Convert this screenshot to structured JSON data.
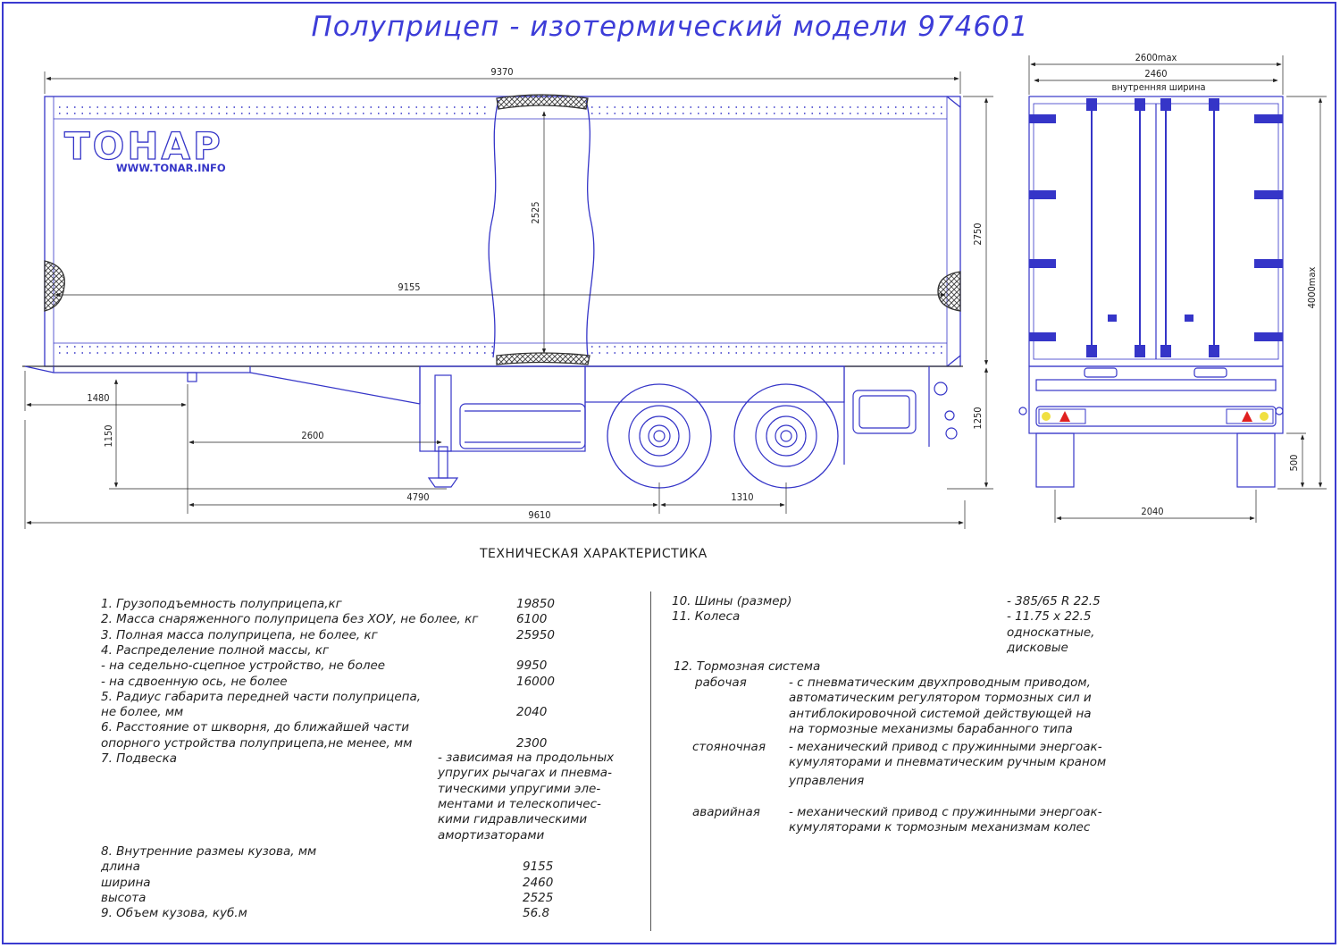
{
  "title": "Полуприцеп - изотермический модели 974601",
  "brand": {
    "logo_text": "ТОНАР",
    "url": "WWW.TONAR.INFO"
  },
  "side_view": {
    "dims": {
      "overall_top": "9370",
      "inner_length": "9155",
      "inner_height": "2525",
      "overall_height": "2750",
      "kingpin_offset": "1480",
      "support_height": "1150",
      "kingpin_to_support": "2600",
      "kingpin_to_axle": "4790",
      "axle_spacing": "1310",
      "overall_length": "9610",
      "floor_height": "1250"
    }
  },
  "rear_view": {
    "dims": {
      "max_width": "2600max",
      "inner_width": "2460",
      "inner_width_label": "внутренняя ширина",
      "max_height": "4000max",
      "bumper_height": "500",
      "track_width": "2040"
    }
  },
  "spec": {
    "heading": "ТЕХНИЧЕСКАЯ ХАРАКТЕРИСТИКА",
    "left": [
      {
        "label": "1. Грузоподъемность полуприцепа,кг",
        "value": "19850"
      },
      {
        "label": "2. Масса снаряженного полуприцепа без ХОУ, не более, кг",
        "value": "6100"
      },
      {
        "label": "3. Полная масса полуприцепа, не более, кг",
        "value": "25950"
      },
      {
        "label": "4. Распределение полной массы, кг",
        "value": ""
      },
      {
        "label": "        - на седельно-сцепное устройство, не более",
        "value": "9950"
      },
      {
        "label": "        - на сдвоенную ось, не более",
        "value": "16000"
      },
      {
        "label": "5. Радиус габарита передней части полуприцепа,",
        "value": ""
      },
      {
        "label": "      не более, мм",
        "value": "2040"
      },
      {
        "label": "6. Расстояние от шкворня, до ближайшей части",
        "value": ""
      },
      {
        "label": "    опорного устройства полуприцепа,не менее, мм",
        "value": "2300"
      },
      {
        "label": "7. Подвеска",
        "value": ""
      }
    ],
    "suspension_lines": [
      "- зависимая на продольных",
      "  упругих рычагах и пневма-",
      "  тическими упругими эле-",
      "  ментами и телескопичес-",
      "  кими гидравлическими",
      "  амортизаторами"
    ],
    "left_bottom": [
      {
        "label": "8. Внутренние размеы кузова, мм",
        "value": ""
      },
      {
        "label": "       длина",
        "value": "9155"
      },
      {
        "label": "       ширина",
        "value": "2460"
      },
      {
        "label": "       высота",
        "value": "2525"
      },
      {
        "label": "9. Объем кузова, куб.м",
        "value": "56.8"
      }
    ],
    "right_top": [
      {
        "label": "10. Шины (размер)",
        "value": "- 385/65 R  22.5"
      },
      {
        "label": "11. Колеса",
        "value": " - 11.75 x 22.5"
      },
      {
        "label": "",
        "value": "   односкатные,"
      },
      {
        "label": "",
        "value": "   дисковые"
      }
    ],
    "brake_title": "12. Тормозная система",
    "brake": [
      {
        "kind": "рабочая",
        "lines": [
          "- с пневматическим двухпроводным приводом,",
          "  автоматическим регулятором тормозных сил и",
          "  антиблокировочной системой действующей на",
          "  на тормозные механизмы барабанного типа"
        ]
      },
      {
        "kind": "стояночная",
        "lines": [
          "- механический привод с пружинными энергоак-",
          "  кумуляторами и пневматическим ручным краном",
          "   управления"
        ]
      },
      {
        "kind": "аварийная",
        "lines": [
          "- механический привод с пружинными энергоак-",
          "  кумуляторами к тормозным механизмам колес"
        ]
      }
    ]
  }
}
